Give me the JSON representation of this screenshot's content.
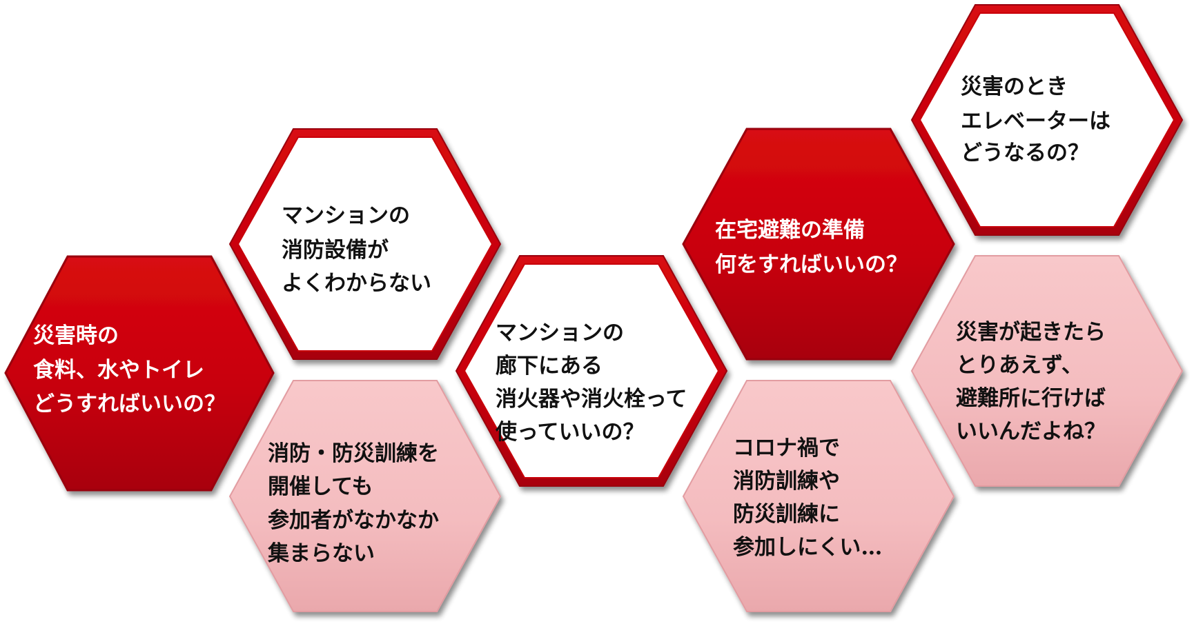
{
  "colors": {
    "red": "#c8000a",
    "red_dark": "#8a0006",
    "pink": "#f4bcbf",
    "pink_dark": "#e9a2a6",
    "white": "#ffffff",
    "border_red": "#b5000a"
  },
  "hexagons": [
    {
      "id": "hex-food-water-toilet",
      "style": "red",
      "lines": [
        "災害時の",
        "食料、水やトイレ",
        "どうすればいいの？"
      ]
    },
    {
      "id": "hex-fire-equipment",
      "style": "white",
      "lines": [
        "マンションの",
        "消防設備が",
        "よくわからない"
      ]
    },
    {
      "id": "hex-drill-attendance",
      "style": "pink",
      "lines": [
        "消防・防災訓練を",
        "開催しても",
        "参加者がなかなか",
        "集まらない"
      ]
    },
    {
      "id": "hex-extinguisher",
      "style": "white",
      "lines": [
        "マンションの",
        "廊下にある",
        "消火器や消火栓って",
        "使っていいの？"
      ]
    },
    {
      "id": "hex-home-evacuation",
      "style": "red",
      "lines": [
        "在宅避難の準備",
        "何をすればいいの？"
      ]
    },
    {
      "id": "hex-corona-drill",
      "style": "pink",
      "lines": [
        "コロナ禍で",
        "消防訓練や",
        "防災訓練に",
        "参加しにくい…"
      ]
    },
    {
      "id": "hex-elevator",
      "style": "white",
      "lines": [
        "災害のとき",
        "エレベーターは",
        "どうなるの？"
      ]
    },
    {
      "id": "hex-evacuation-shelter",
      "style": "pink",
      "lines": [
        "災害が起きたら",
        "とりあえず、",
        "避難所に行けば",
        "いいんだよね？"
      ]
    }
  ]
}
